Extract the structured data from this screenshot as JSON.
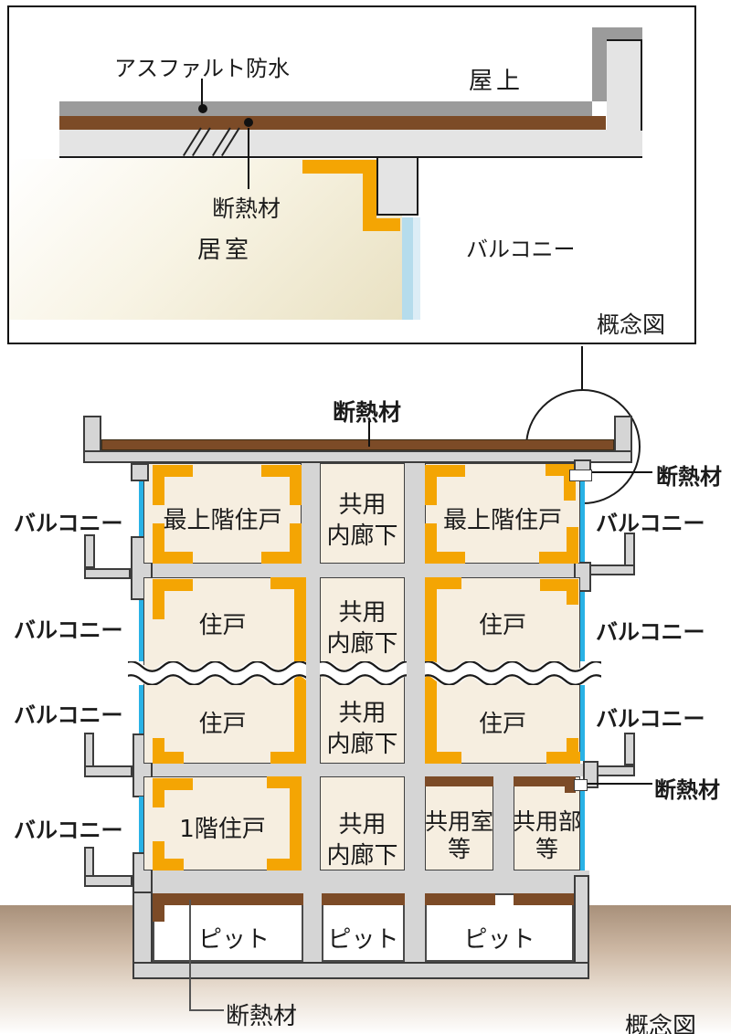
{
  "colors": {
    "insulation_brown": "#7c4b27",
    "interior_insulation_orange": "#f4a503",
    "waterproof_gray": "#9b9b9b",
    "concrete_gray": "#d5d5d5",
    "glass_blue": "#29b2e6",
    "room_cream": "#f6eee0",
    "ground_brown": "#a8907a"
  },
  "detail": {
    "waterproof": "アスファルト防水",
    "roof": "屋上",
    "insulation": "断熱材",
    "living_room": "居室",
    "balcony": "バルコニー",
    "caption": "概念図"
  },
  "building": {
    "roof_insulation": "断熱材",
    "insulation_right_top": "断熱材",
    "insulation_right_mid": "断熱材",
    "insulation_bottom": "断熱材",
    "caption": "概念図",
    "balcony_left": [
      "バルコニー",
      "バルコニー",
      "バルコニー",
      "バルコニー"
    ],
    "balcony_right": [
      "バルコニー",
      "バルコニー",
      "バルコニー"
    ],
    "top_unit_left": "最上階住戸",
    "top_unit_right": "最上階住戸",
    "unit": "住戸",
    "first_floor_unit": "1階住戸",
    "corridor_l1": "共用",
    "corridor_l2": "内廊下",
    "common_room_l1": "共用室",
    "common_room_l2": "等",
    "common_part_l1": "共用部",
    "common_part_l2": "等",
    "pit": "ピット"
  }
}
